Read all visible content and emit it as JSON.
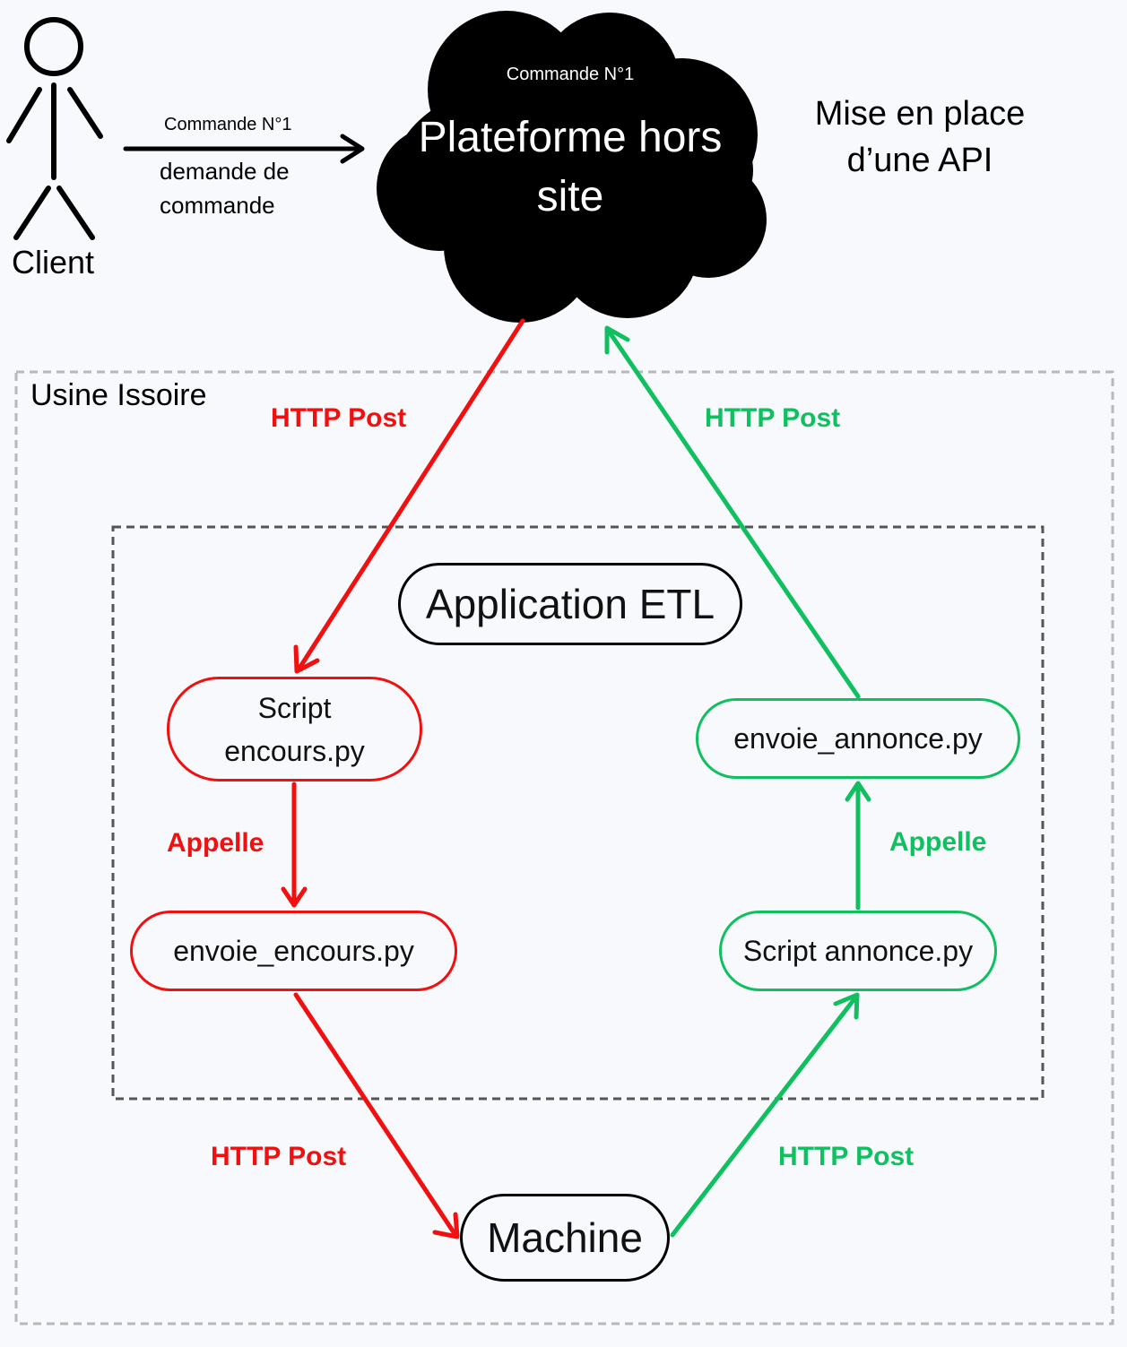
{
  "actor": {
    "label": "Client"
  },
  "request": {
    "title": "Commande N°1",
    "desc_line1": "demande de",
    "desc_line2": "commande"
  },
  "cloud": {
    "tag": "Commande N°1",
    "title_line1": "Plateforme hors",
    "title_line2": "site"
  },
  "note": {
    "line1": "Mise en place",
    "line2": "d’une API"
  },
  "factory": {
    "label": "Usine Issoire"
  },
  "app": {
    "label": "Application ETL"
  },
  "nodes": {
    "script_encours_line1": "Script",
    "script_encours_line2": "encours.py",
    "envoie_encours": "envoie_encours.py",
    "envoie_annonce": "envoie_annonce.py",
    "script_annonce": "Script annonce.py",
    "machine": "Machine"
  },
  "edges": {
    "http_post_red_top": "HTTP Post",
    "http_post_green_top": "HTTP Post",
    "appelle_red": "Appelle",
    "appelle_green": "Appelle",
    "http_post_red_bottom": "HTTP Post",
    "http_post_green_bottom": "HTTP Post"
  },
  "colors": {
    "red": "#f01010",
    "green": "#10c060",
    "black": "#000000"
  }
}
